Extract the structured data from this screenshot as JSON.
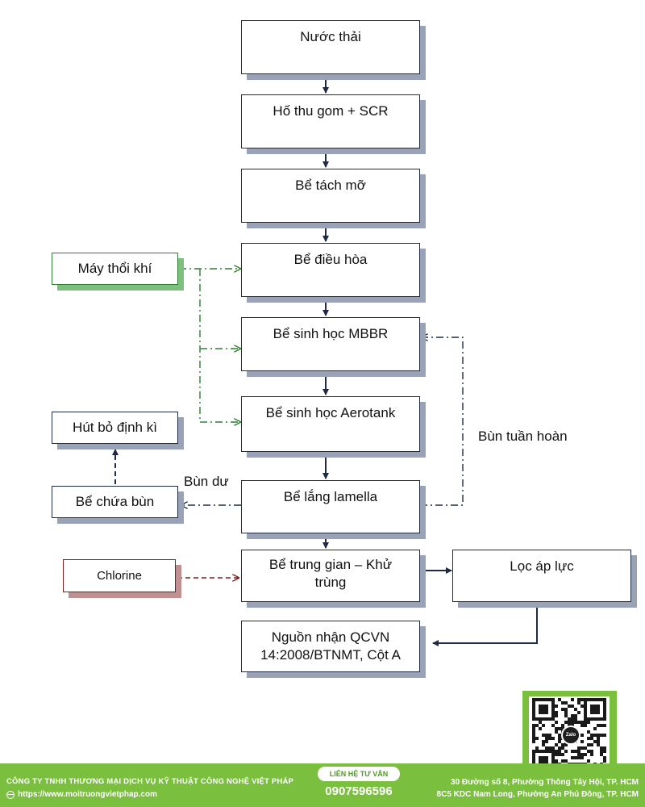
{
  "nodes": {
    "wastewater": "Nước thải",
    "collection_tank": "Hố thu gom + SCR",
    "grease_trap": "Bể tách mỡ",
    "equalization_tank": "Bể điều hòa",
    "mbbr_tank": "Bể sinh học MBBR",
    "aerotank": "Bể sinh học Aerotank",
    "lamella_settler": "Bể lắng lamella",
    "intermediate_line1": "Bể trung gian – Khử",
    "intermediate_line2": "trùng",
    "pressure_filter": "Lọc áp lực",
    "receiving_line1": "Nguồn nhận QCVN",
    "receiving_line2": "14:2008/BTNMT, Cột A",
    "air_blower": "Máy thổi khí",
    "periodic_suction": "Hút bỏ định kì",
    "sludge_tank": "Bể chứa bùn",
    "chlorine": "Chlorine"
  },
  "edge_labels": {
    "excess_sludge": "Bùn dư",
    "return_sludge": "Bùn tuần hoàn"
  },
  "colors": {
    "navy": "#1f2a44",
    "green": "#2e7d32",
    "dark_red": "#7a1e1e",
    "brand_green": "#7bbf3f"
  },
  "footer": {
    "company": "CÔNG TY TNHH THƯƠNG MẠI DỊCH VỤ KỸ THUẬT CÔNG NGHỆ VIỆT PHÁP",
    "website": "https://www.moitruongvietphap.com",
    "cta": "LIÊN HỆ TƯ VẤN",
    "phone": "0907596596",
    "address1": "30 Đường số 8, Phường Thông Tây Hội, TP. HCM",
    "address2": "8C5 KDC Nam Long, Phường An Phú Đông, TP. HCM",
    "qr_icon": "zalo-qr-icon",
    "qr_label": "Zalo"
  }
}
